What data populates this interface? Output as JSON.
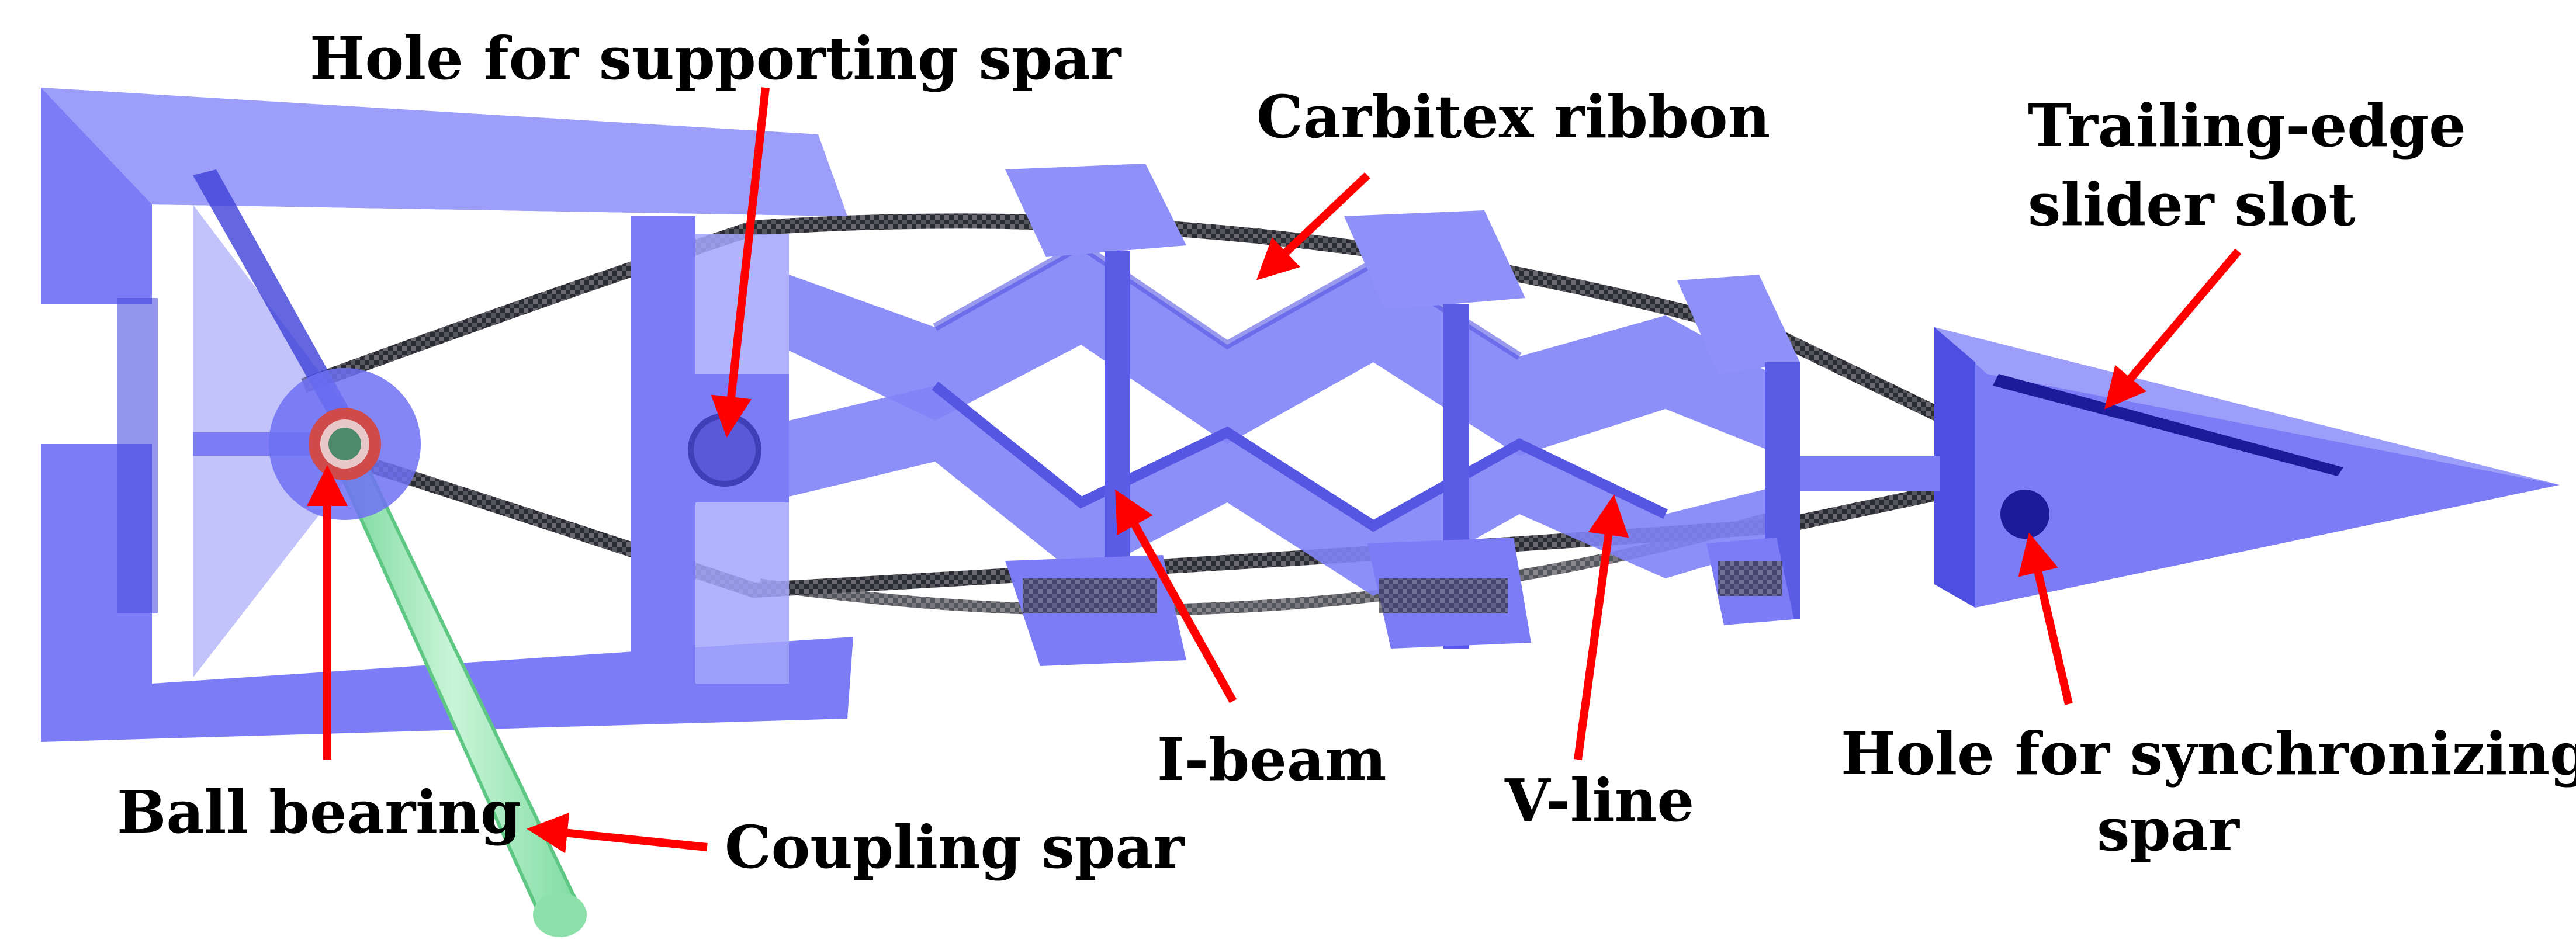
{
  "labels": {
    "support_hole": "Hole for supporting spar",
    "ribbon": "Carbitex ribbon",
    "slider_slot_line1": "Trailing-edge",
    "slider_slot_line2": "slider slot",
    "ball_bearing": "Ball bearing",
    "coupling_spar": "Coupling spar",
    "i_beam": "I-beam",
    "v_line": "V-line",
    "sync_hole_line1": "Hole for synchronizing",
    "sync_hole_line2": "spar"
  },
  "colors": {
    "frame": "#7b7cf6",
    "frame_dark": "#4d4fe0",
    "frame_light": "#a3a6fb",
    "ribbon": "#2e2e36",
    "spar": "#9fe6b8",
    "bearing": "#cf4a4a",
    "arrow": "#ff0000",
    "text": "#000000"
  }
}
